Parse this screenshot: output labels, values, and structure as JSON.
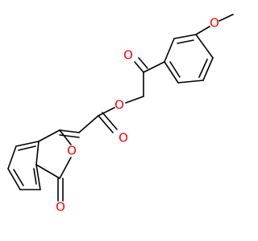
{
  "molecule": {
    "atoms": [
      {
        "id": "o-methoxy",
        "symbol": "O",
        "color": "#ff0000"
      },
      {
        "id": "o-ketone",
        "symbol": "O",
        "color": "#ff0000"
      },
      {
        "id": "o-ester-link",
        "symbol": "O",
        "color": "#ff0000"
      },
      {
        "id": "o-ester-carbonyl",
        "symbol": "O",
        "color": "#ff0000"
      },
      {
        "id": "o-lactone-ring",
        "symbol": "O",
        "color": "#ff0000"
      },
      {
        "id": "o-lactone-carbonyl",
        "symbol": "O",
        "color": "#ff0000"
      }
    ],
    "bond_color": "#000000",
    "background": "#ffffff"
  }
}
